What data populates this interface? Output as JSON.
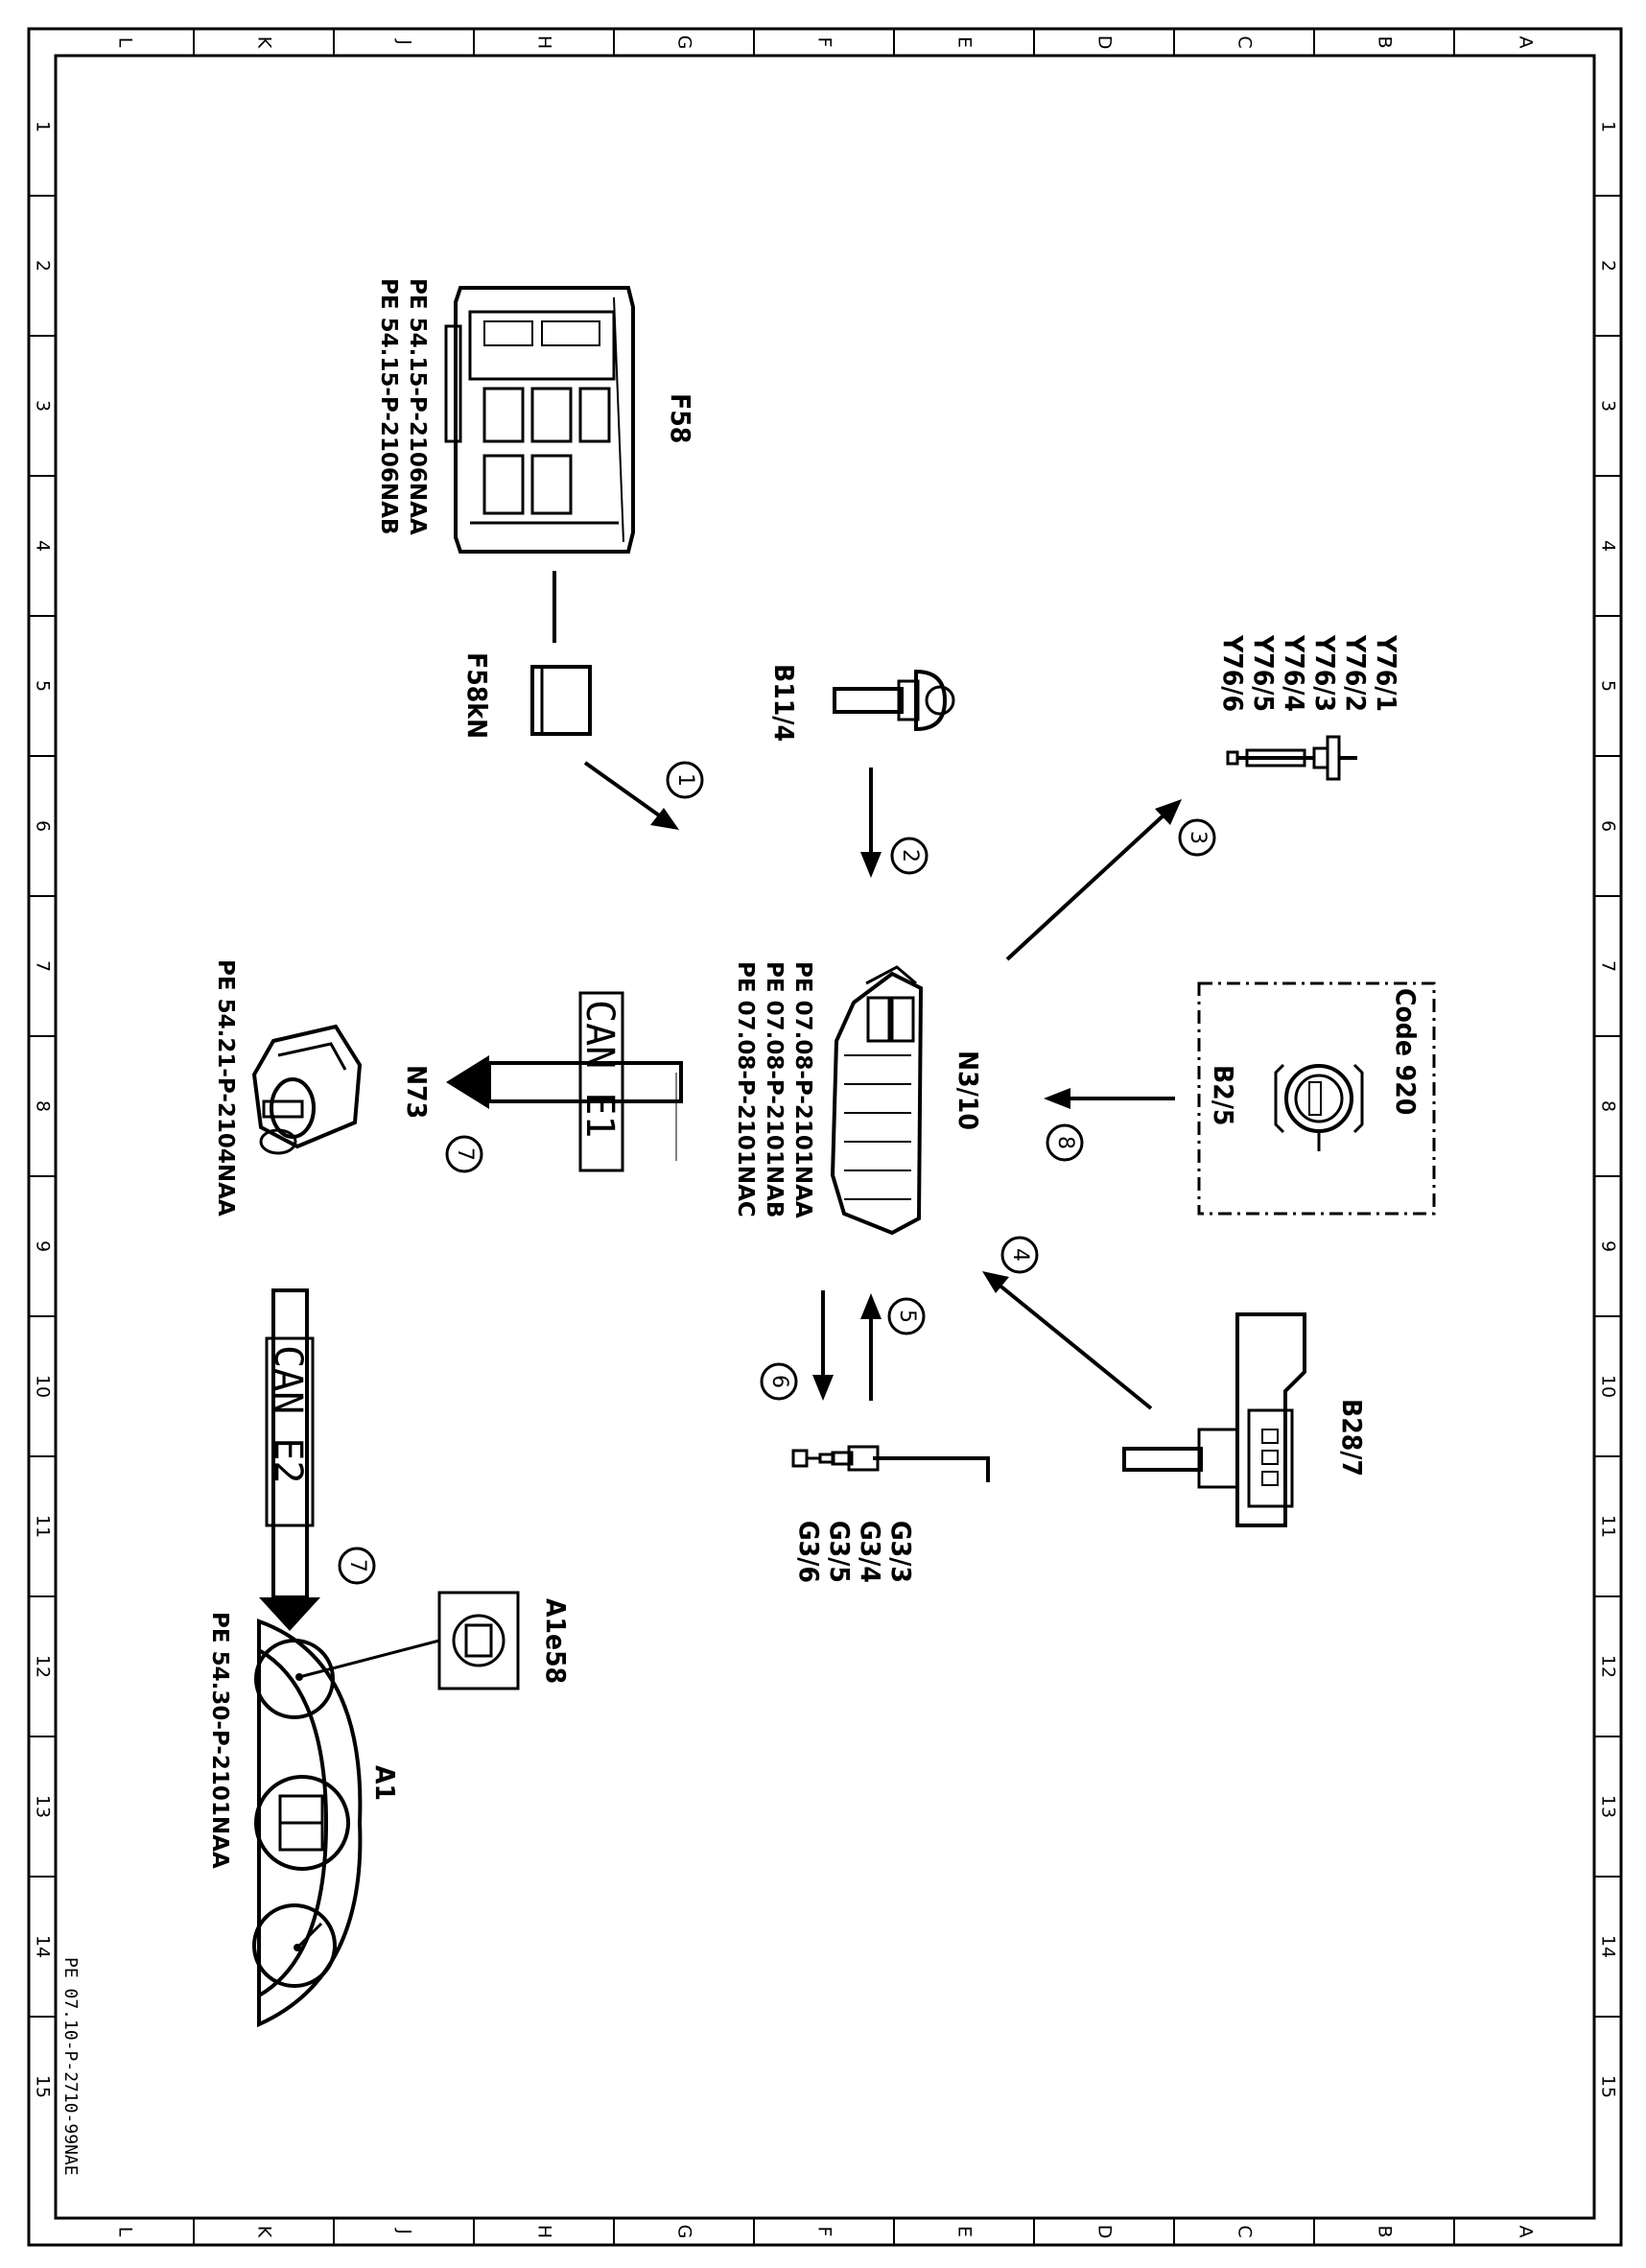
{
  "grid": {
    "columns": [
      "L",
      "K",
      "J",
      "H",
      "G",
      "F",
      "E",
      "D",
      "C",
      "B",
      "A"
    ],
    "rows": [
      "1",
      "2",
      "3",
      "4",
      "5",
      "6",
      "7",
      "8",
      "9",
      "10",
      "11",
      "12",
      "13",
      "14",
      "15"
    ]
  },
  "components": {
    "f58": {
      "label": "F58",
      "refs": [
        "PE 54.15-P-2106NAA",
        "PE 54.15-P-2106NAB"
      ]
    },
    "f58kn": {
      "label": "F58kN"
    },
    "b11_4": {
      "label": "B11/4"
    },
    "y76": {
      "labels": [
        "Y76/1",
        "Y76/2",
        "Y76/3",
        "Y76/4",
        "Y76/5",
        "Y76/6"
      ]
    },
    "n3_10": {
      "label": "N3/10",
      "refs": [
        "PE 07.08-P-2101NAA",
        "PE 07.08-P-2101NAB",
        "PE 07.08-P-2101NAC"
      ]
    },
    "b2_5": {
      "label": "B2/5",
      "code": "Code 920"
    },
    "n73": {
      "label": "N73",
      "refs": [
        "PE 54.21-P-2104NAA"
      ]
    },
    "g3": {
      "labels": [
        "G3/3",
        "G3/4",
        "G3/5",
        "G3/6"
      ]
    },
    "b28_7": {
      "label": "B28/7"
    },
    "a1e58": {
      "label": "A1e58"
    },
    "a1": {
      "label": "A1",
      "refs": [
        "PE 54.30-P-2101NAA"
      ]
    }
  },
  "buses": {
    "can_e1": "CAN E1",
    "can_e2": "CAN E2"
  },
  "arrows": [
    "1",
    "2",
    "3",
    "4",
    "5",
    "6",
    "7",
    "7",
    "8"
  ],
  "footer": "PE 07.10-P-2710-99NAE"
}
